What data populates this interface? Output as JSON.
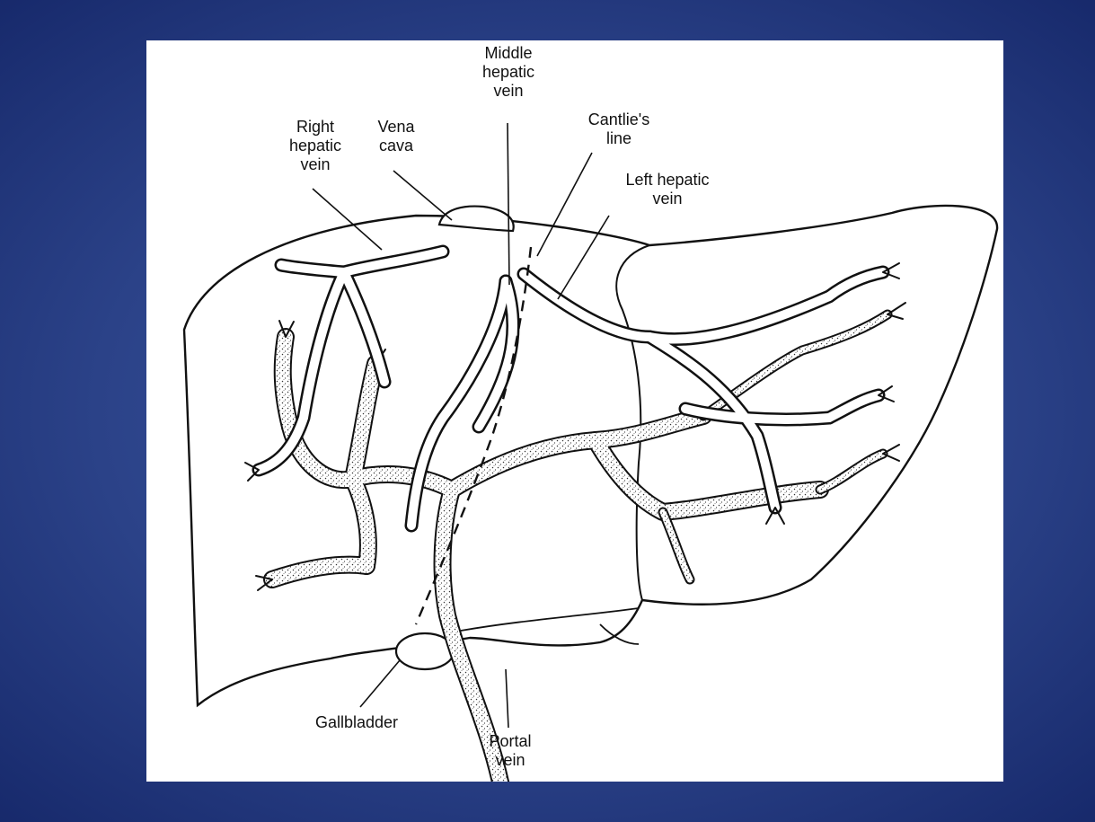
{
  "labels": {
    "middle_hepatic_vein": "Middle\nhepatic\nvein",
    "cantlies_line": "Cantlie's\nline",
    "right_hepatic_vein": "Right\nhepatic\nvein",
    "vena_cava": "Vena\ncava",
    "left_hepatic_vein": "Left hepatic\nvein",
    "gallbladder": "Gallbladder",
    "portal_vein": "Portal\nvein"
  },
  "colors": {
    "background": "#2b4288",
    "panel": "#ffffff",
    "line": "#111111"
  }
}
